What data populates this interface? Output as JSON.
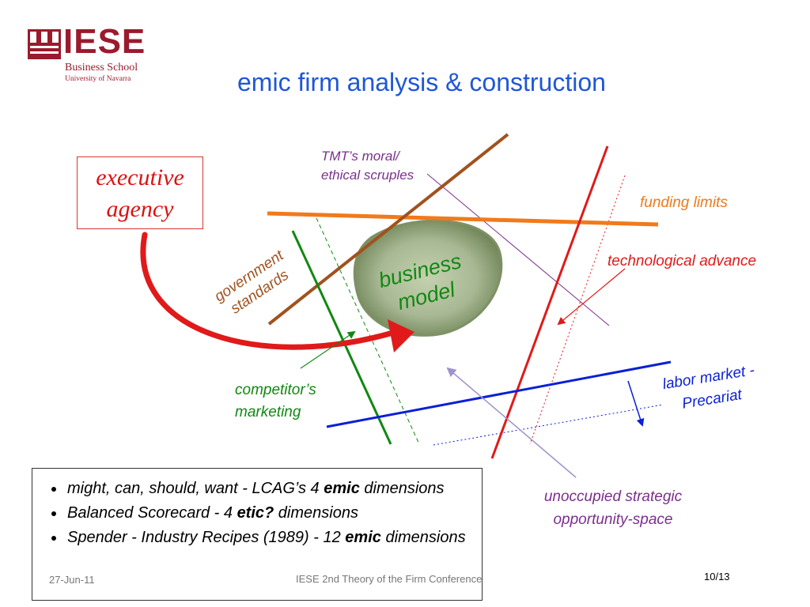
{
  "logo": {
    "name": "IESE",
    "subtitle1": "Business School",
    "subtitle2": "University of Navarra"
  },
  "title": "emic firm analysis & construction",
  "nodes": {
    "executive_agency": [
      "executive",
      "agency"
    ],
    "business_model": [
      "business",
      "model"
    ]
  },
  "labels": {
    "tmt": [
      "TMT’s moral/",
      "ethical scruples"
    ],
    "funding": "funding limits",
    "technological": "technological advance",
    "government": [
      "government",
      "standards"
    ],
    "competitor": [
      "competitor’s",
      "marketing"
    ],
    "labor": [
      "labor market -",
      "Precariat"
    ],
    "unoccupied": [
      "unoccupied strategic",
      "opportunity-space"
    ]
  },
  "bullets": [
    {
      "text": "might, can, should, want - LCAG’s 4 ",
      "bold": "emic",
      "tail": " dimensions"
    },
    {
      "text": "Balanced Scorecard - 4 ",
      "bold": "etic?",
      "tail": " dimensions"
    },
    {
      "text": "Spender - Industry Recipes (1989) - 12 ",
      "bold": "emic",
      "tail": " dimensions"
    }
  ],
  "footer": {
    "date": "27-Jun-11",
    "conference": "IESE 2nd Theory of the Firm Conference",
    "page": "10/13"
  },
  "colors": {
    "title": "#1f57d6",
    "executive": "#dd1111",
    "brown": "#a0521e",
    "orange": "#f07a1c",
    "green": "#118811",
    "red": "#e01a1a",
    "blue": "#0a1fd6",
    "purple": "#7b2f8e",
    "blob": "#8fa37a"
  }
}
